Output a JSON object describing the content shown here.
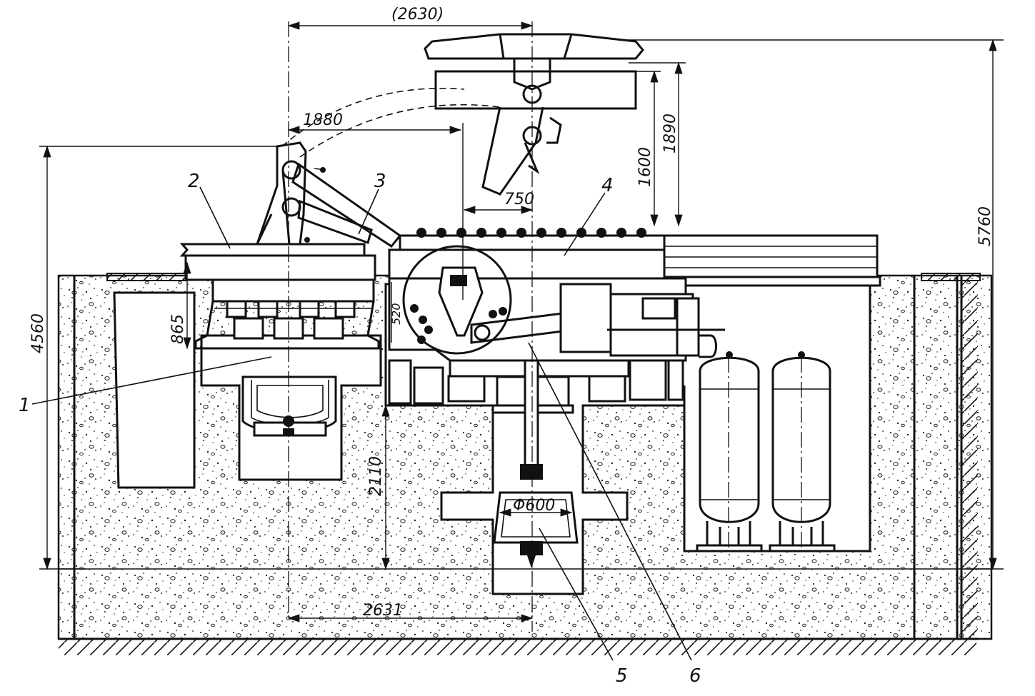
{
  "dimensions": {
    "top_span": "(2630)",
    "arm_reach": "1880",
    "overall_height": "5760",
    "height_left": "4560",
    "lift_1890": "1890",
    "lift_1600": "1600",
    "offset_750": "750",
    "platen_865": "865",
    "gap_520": "520",
    "pit_depth": "2110",
    "cylinder_dia": "Φ600",
    "base_span": "2631"
  },
  "callouts": [
    "1",
    "2",
    "3",
    "4",
    "5",
    "6"
  ]
}
